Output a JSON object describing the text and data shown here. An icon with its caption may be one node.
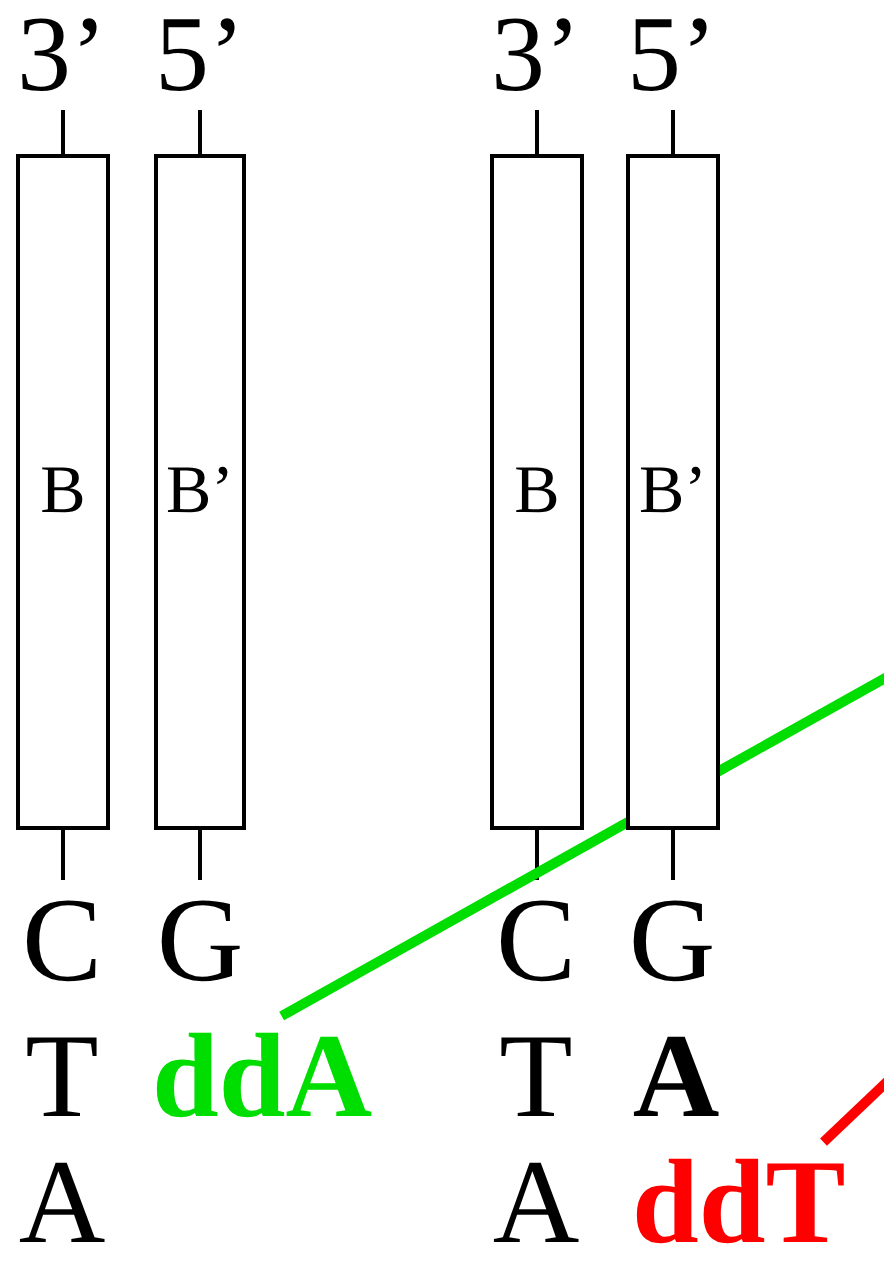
{
  "diagram": {
    "nodes": [
      {
        "text": [
          "3’"
        ]
      },
      {
        "text": [
          "5’"
        ]
      },
      {
        "text": [
          "B"
        ]
      },
      {
        "text": [
          "B’"
        ]
      },
      {
        "text": [
          "C"
        ]
      },
      {
        "text": [
          "G"
        ]
      },
      {
        "text": [
          "T"
        ]
      },
      {
        "text": [
          "ddA"
        ]
      },
      {
        "text": [
          "A"
        ]
      },
      {
        "text": [
          "3’"
        ]
      },
      {
        "text": [
          "5’"
        ]
      },
      {
        "text": [
          "B"
        ]
      },
      {
        "text": [
          "B’"
        ]
      },
      {
        "text": [
          "C"
        ]
      },
      {
        "text": [
          "G"
        ]
      },
      {
        "text": [
          "T"
        ]
      },
      {
        "text": [
          "A"
        ]
      },
      {
        "text": [
          "A"
        ]
      },
      {
        "text": [
          "ddT"
        ]
      }
    ],
    "edges": [
      {
        "from": 0,
        "to": 2,
        "arrow": "none"
      },
      {
        "from": 1,
        "to": 3,
        "arrow": "none"
      },
      {
        "from": 2,
        "to": 4,
        "arrow": "none"
      },
      {
        "from": 3,
        "to": 5,
        "arrow": "none"
      },
      {
        "from": 9,
        "to": 11,
        "arrow": "none"
      },
      {
        "from": 10,
        "to": 12,
        "arrow": "none"
      },
      {
        "from": 11,
        "to": 13,
        "arrow": "none"
      },
      {
        "from": 12,
        "to": 14,
        "arrow": "none"
      },
      {
        "from": 7,
        "to": null,
        "arrow": "none",
        "style": "thick",
        "color": "#00dd00"
      },
      {
        "from": 18,
        "to": null,
        "arrow": "none",
        "style": "thick",
        "color": "#ff0000"
      }
    ]
  }
}
